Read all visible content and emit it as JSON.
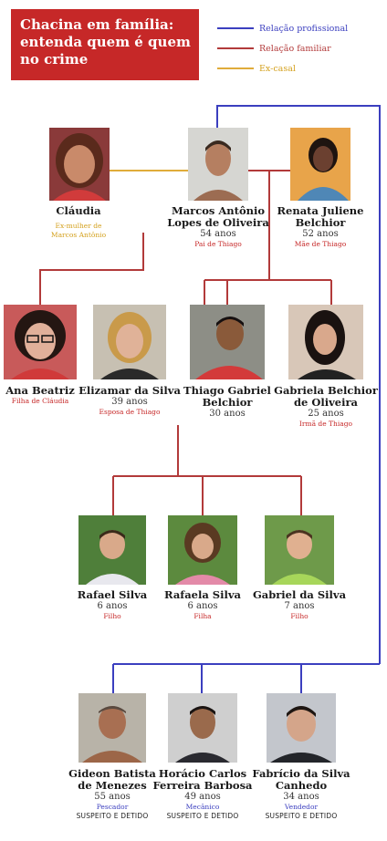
{
  "header": {
    "title_lines": [
      "Chacina em família:",
      "entenda quem é quem",
      "no crime"
    ]
  },
  "legend": [
    {
      "label": "Relação profissional",
      "color": "#3b3fbf"
    },
    {
      "label": "Relação familiar",
      "color": "#b23a3a"
    },
    {
      "label": "Ex-casal",
      "color": "#e0ac3a"
    }
  ],
  "people": {
    "claudia": {
      "name": [
        "Cláudia"
      ],
      "age": "",
      "role": [
        "Ex-mulher de",
        "Marcos Antônio"
      ],
      "status": ""
    },
    "marcos": {
      "name": [
        "Marcos Antônio",
        "Lopes de Oliveira"
      ],
      "age": "54 anos",
      "role": [
        "Pai de Thiago"
      ],
      "status": ""
    },
    "renata": {
      "name": [
        "Renata Juliene",
        "Belchior"
      ],
      "age": "52 anos",
      "role": [
        "Mãe de Thiago"
      ],
      "status": ""
    },
    "ana": {
      "name": [
        "Ana Beatriz"
      ],
      "age": "",
      "role": [
        "Filha de Cláudia"
      ],
      "status": ""
    },
    "elizamar": {
      "name": [
        "Elizamar da Silva"
      ],
      "age": "39 anos",
      "role": [
        "Esposa de Thiago"
      ],
      "status": ""
    },
    "thiago": {
      "name": [
        "Thiago Gabriel",
        "Belchior"
      ],
      "age": "30 anos",
      "role": [],
      "status": ""
    },
    "gabriela": {
      "name": [
        "Gabriela Belchior",
        "de Oliveira"
      ],
      "age": "25 anos",
      "role": [
        "Irmã de Thiago"
      ],
      "status": ""
    },
    "rafael": {
      "name": [
        "Rafael Silva"
      ],
      "age": "6 anos",
      "role": [
        "Filho"
      ],
      "status": ""
    },
    "rafaela": {
      "name": [
        "Rafaela Silva"
      ],
      "age": "6 anos",
      "role": [
        "Filha"
      ],
      "status": ""
    },
    "gabriel": {
      "name": [
        "Gabriel da Silva"
      ],
      "age": "7 anos",
      "role": [
        "Filho"
      ],
      "status": ""
    },
    "gideon": {
      "name": [
        "Gideon Batista",
        "de Menezes"
      ],
      "age": "55 anos",
      "role": [
        "Pescador"
      ],
      "status": "SUSPEITO E DETIDO"
    },
    "horacio": {
      "name": [
        "Horácio Carlos",
        "Ferreira Barbosa"
      ],
      "age": "49 anos",
      "role": [
        "Mecânico"
      ],
      "status": "SUSPEITO E DETIDO"
    },
    "fabricio": {
      "name": [
        "Fabrício da Silva",
        "Canhedo"
      ],
      "age": "34 anos",
      "role": [
        "Vendedor"
      ],
      "status": "SUSPEITO E DETIDO"
    }
  },
  "colors": {
    "professional": "#3b3fbf",
    "family": "#b23a3a",
    "ex_couple": "#e0ac3a",
    "title_bg": "#c62828"
  }
}
